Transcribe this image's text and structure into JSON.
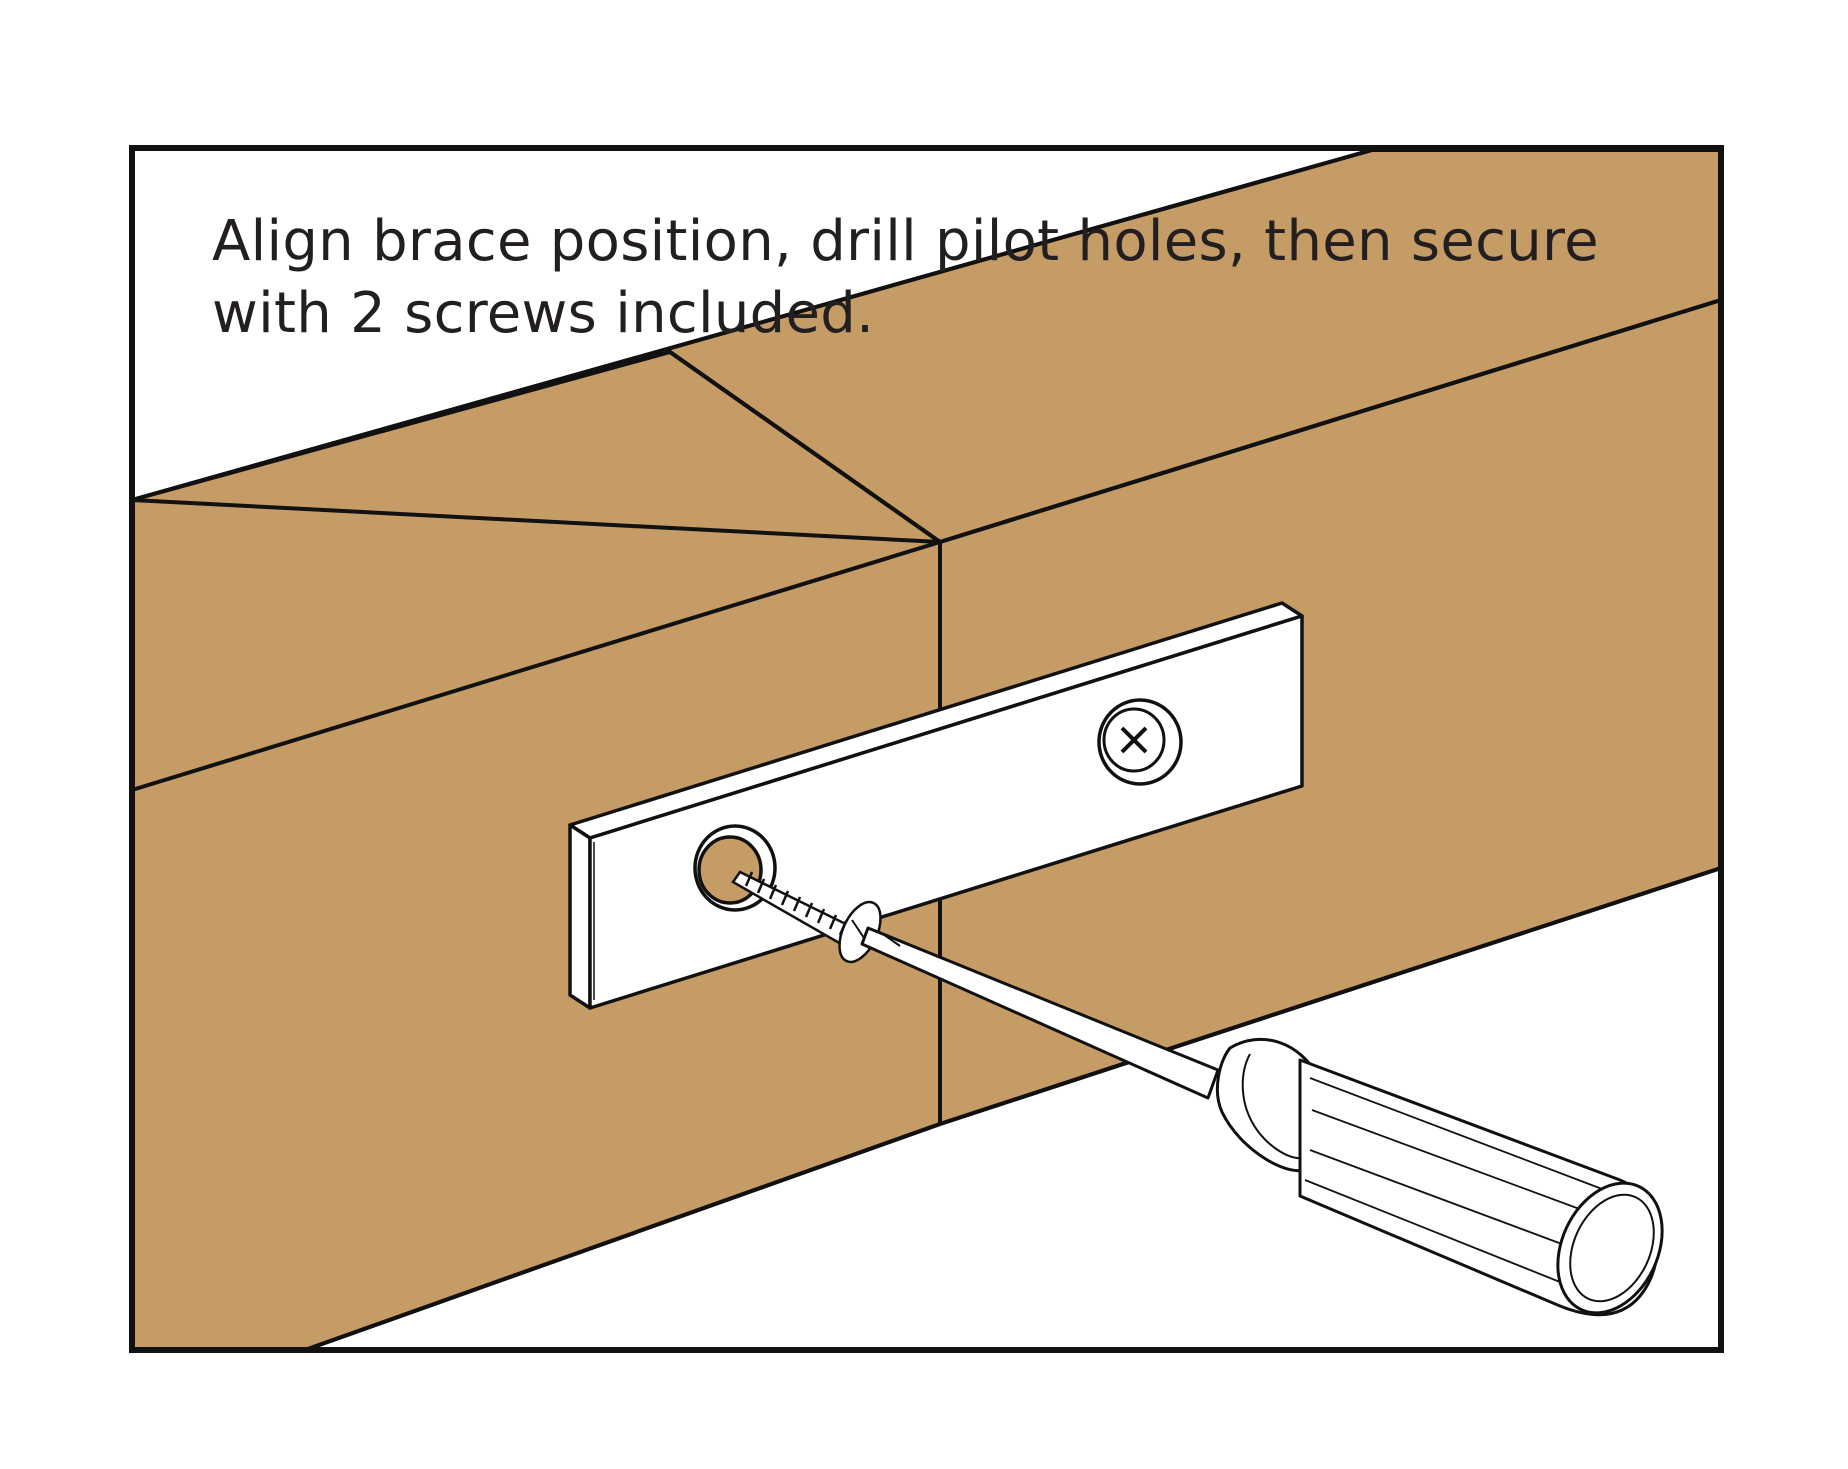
{
  "instruction": {
    "line1": "Align brace position, drill pilot holes, then secure",
    "line2": "with 2 screws included."
  },
  "colors": {
    "wood": "#c69c66",
    "outline": "#111111",
    "background": "#ffffff",
    "metal": "#ffffff",
    "text": "#231f20"
  },
  "icons": [
    "wood-beam-illustration",
    "metal-brace-plate",
    "screw-icon",
    "screwdriver-icon"
  ]
}
